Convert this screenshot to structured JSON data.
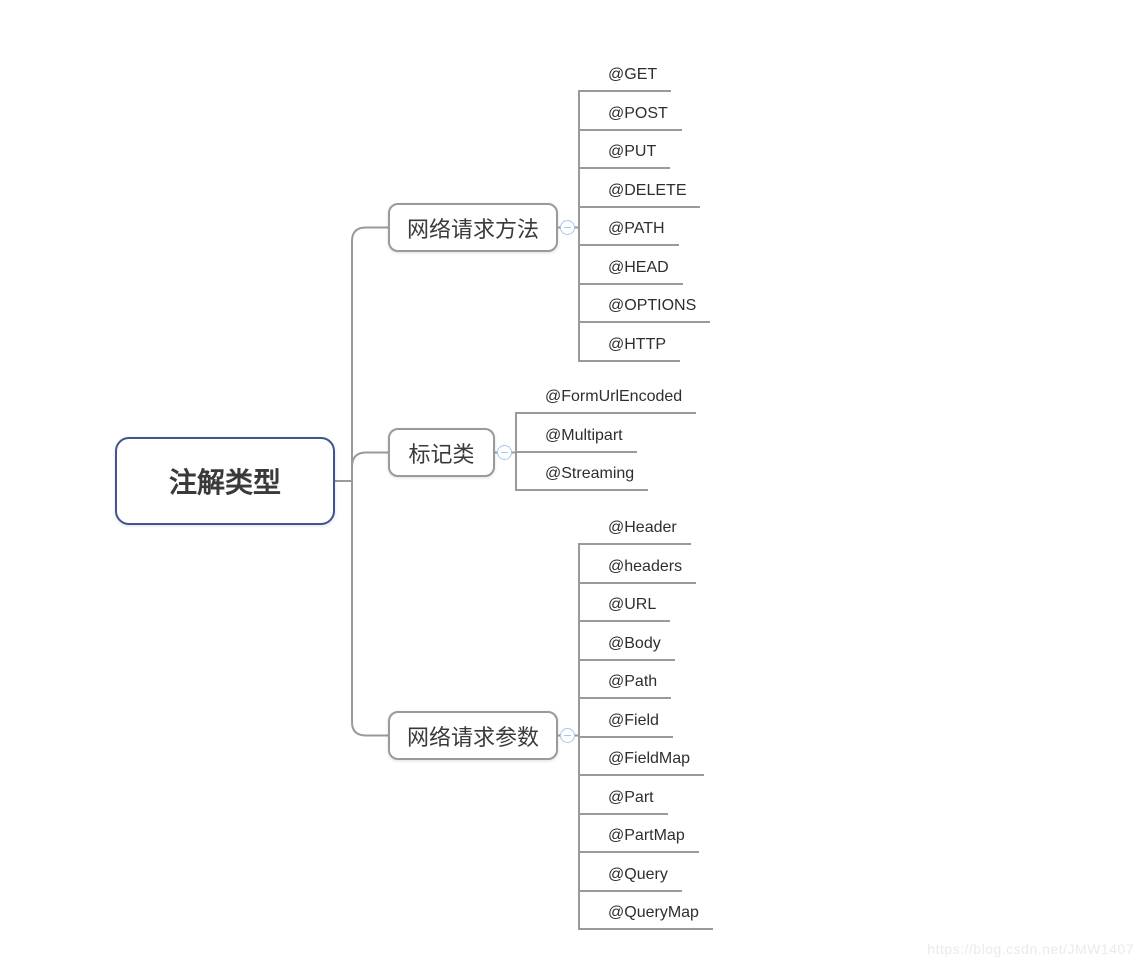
{
  "canvas": {
    "watermark": "https://blog.csdn.net/JMW1407"
  },
  "colors": {
    "line": "#9a9a9a",
    "root_border": "#40548f",
    "node_text": "#3a3a3a",
    "leaf_text": "#2e2e2e",
    "collapse_button": "#a8c6e8",
    "watermark_text": "#eaeaea",
    "background": "#ffffff"
  },
  "icons": {
    "collapse": "minus-in-circle"
  },
  "mindmap": {
    "root": {
      "label": "注解类型"
    },
    "branches": [
      {
        "label": "网络请求方法",
        "children": [
          "@GET",
          "@POST",
          "@PUT",
          "@DELETE",
          "@PATH",
          "@HEAD",
          "@OPTIONS",
          "@HTTP"
        ]
      },
      {
        "label": "标记类",
        "children": [
          "@FormUrlEncoded",
          "@Multipart",
          "@Streaming"
        ]
      },
      {
        "label": "网络请求参数",
        "children": [
          "@Header",
          "@headers",
          "@URL",
          "@Body",
          "@Path",
          "@Field",
          "@FieldMap",
          "@Part",
          "@PartMap",
          "@Query",
          "@QueryMap"
        ]
      }
    ]
  }
}
